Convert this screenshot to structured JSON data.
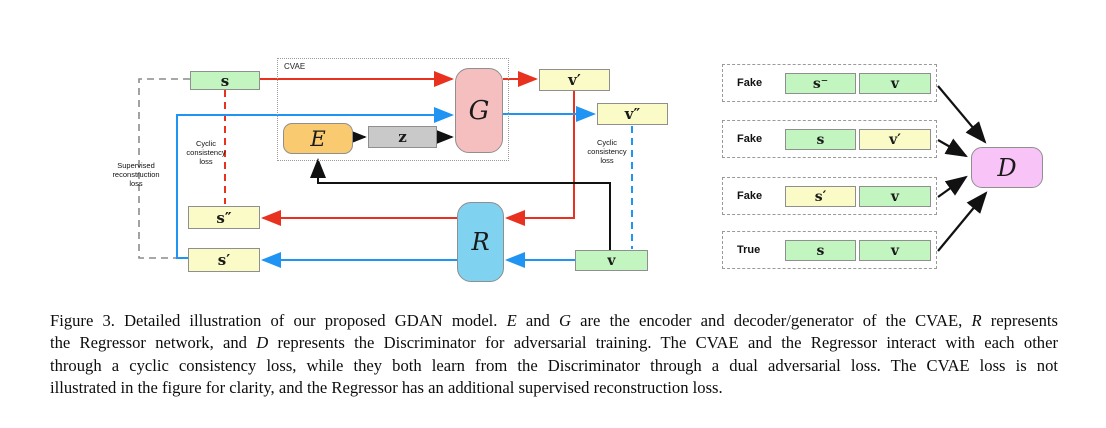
{
  "colors": {
    "red": "#e8321f",
    "blue": "#2094f3",
    "black": "#111111",
    "gray_dash": "#8c8c8c",
    "green_fill": "#c3f5c0",
    "yellow_fill": "#fbfbc8",
    "orange_fill": "#f9ca70",
    "pink_fill": "#f6bfbf",
    "cyan_fill": "#7fd2f0",
    "magenta_fill": "#f8c3f6",
    "gray_fill": "#c9c9c9"
  },
  "diagram": {
    "cvae_label": "CVAE",
    "nodes": {
      "s": "s",
      "s_prime": "s′",
      "s_dprime": "s″",
      "v": "v",
      "v_prime": "v′",
      "v_dprime": "v″",
      "E": "E",
      "G": "G",
      "R": "R",
      "D": "D",
      "z": "z"
    },
    "labels": {
      "supervised": [
        "Supervised",
        "reconstruction",
        "loss"
      ],
      "cyclic_left": [
        "Cyclic",
        "consistency",
        "loss"
      ],
      "cyclic_right": [
        "Cyclic",
        "consistency",
        "loss"
      ]
    },
    "discriminator_rows": [
      {
        "tag": "Fake",
        "first": "s⁻",
        "first_class": "cell c1 green",
        "second": "v",
        "second_class": "cell c2 green"
      },
      {
        "tag": "Fake",
        "first": "s",
        "first_class": "cell c1 green",
        "second": "v′",
        "second_class": "cell c2 yellow"
      },
      {
        "tag": "Fake",
        "first": "s′",
        "first_class": "cell c1 yellow",
        "second": "v",
        "second_class": "cell c2 green"
      },
      {
        "tag": "True",
        "first": "s",
        "first_class": "cell c1 green",
        "second": "v",
        "second_class": "cell c2 green"
      }
    ]
  },
  "caption": {
    "lines": [
      [
        {
          "t": "Figure 3. Detailed illustration of our proposed GDAN model. "
        },
        {
          "t": "E",
          "i": true
        },
        {
          "t": " and "
        },
        {
          "t": "G",
          "i": true
        },
        {
          "t": " are the encoder and decoder/generator of the CVAE, "
        },
        {
          "t": "R",
          "i": true
        },
        {
          "t": " represents"
        }
      ],
      [
        {
          "t": "the Regressor network, and "
        },
        {
          "t": "D",
          "i": true
        },
        {
          "t": " represents the Discriminator for adversarial training. The CVAE and the Regressor interact with each other"
        }
      ],
      [
        {
          "t": "through a cyclic consistency loss, while they both learn from the Discriminator through a dual adversarial loss.  The CVAE loss is not"
        }
      ],
      [
        {
          "t": "illustrated in the figure for clarity, and the Regressor has an additional supervised reconstruction loss."
        }
      ]
    ]
  }
}
